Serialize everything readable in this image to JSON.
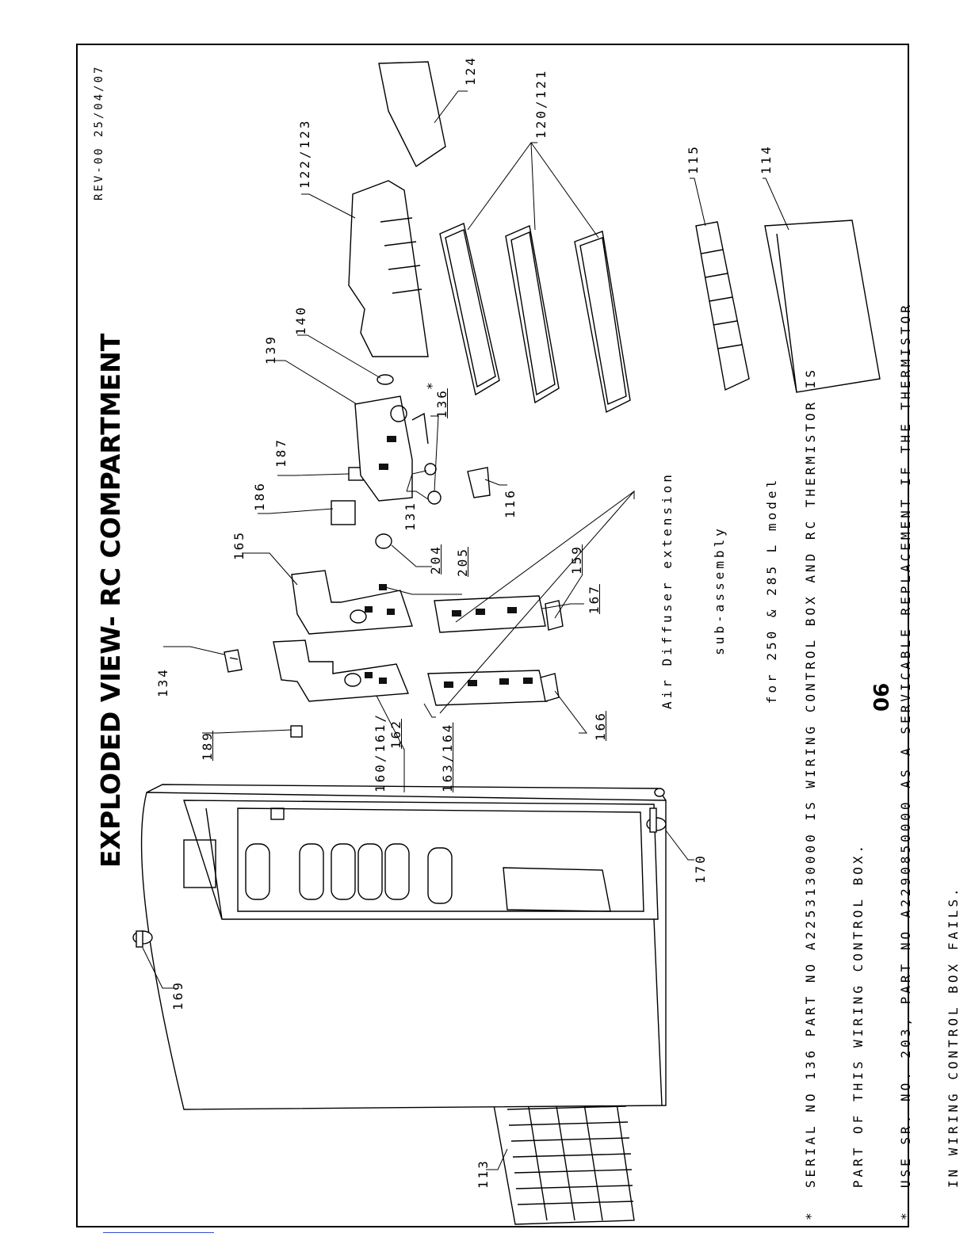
{
  "title": "EXPLODED VIEW- RC COMPARTMENT",
  "revision": "REV-00 25/04/07",
  "page_number": "06",
  "notes": [
    "*  SERIAL NO 136 PART NO A2253130000 IS WIRING CONTROL BOX AND RC THERMISTOR IS",
    "   PART OF THIS WIRING CONTROL BOX.",
    "*  USE SR. NO. 203, PART NO A2290850000 AS A SERVICABLE REPLACEMENT IF THE THERMISTOR",
    "   IN WIRING CONTROL BOX FAILS."
  ],
  "annotation": {
    "line1": "Air Diffuser extension",
    "line2": "sub-assembly",
    "line3": "for 250 & 285 L model"
  },
  "callouts": {
    "c113": "113",
    "c169": "169",
    "c170": "170",
    "c189": "189",
    "c134": "134",
    "c160": "160/161/",
    "c162": "162",
    "c163": "163/164",
    "c166": "166",
    "c165": "165",
    "c159": "159",
    "c167": "167",
    "c205": "205",
    "c204": "204",
    "c186": "186",
    "c187": "187",
    "c131": "131",
    "c116": "116",
    "c136": "136",
    "c136_star": "*",
    "c139": "139",
    "c140": "140",
    "c122": "122/123",
    "c124": "124",
    "c120": "120/121",
    "c115": "115",
    "c114": "114"
  }
}
